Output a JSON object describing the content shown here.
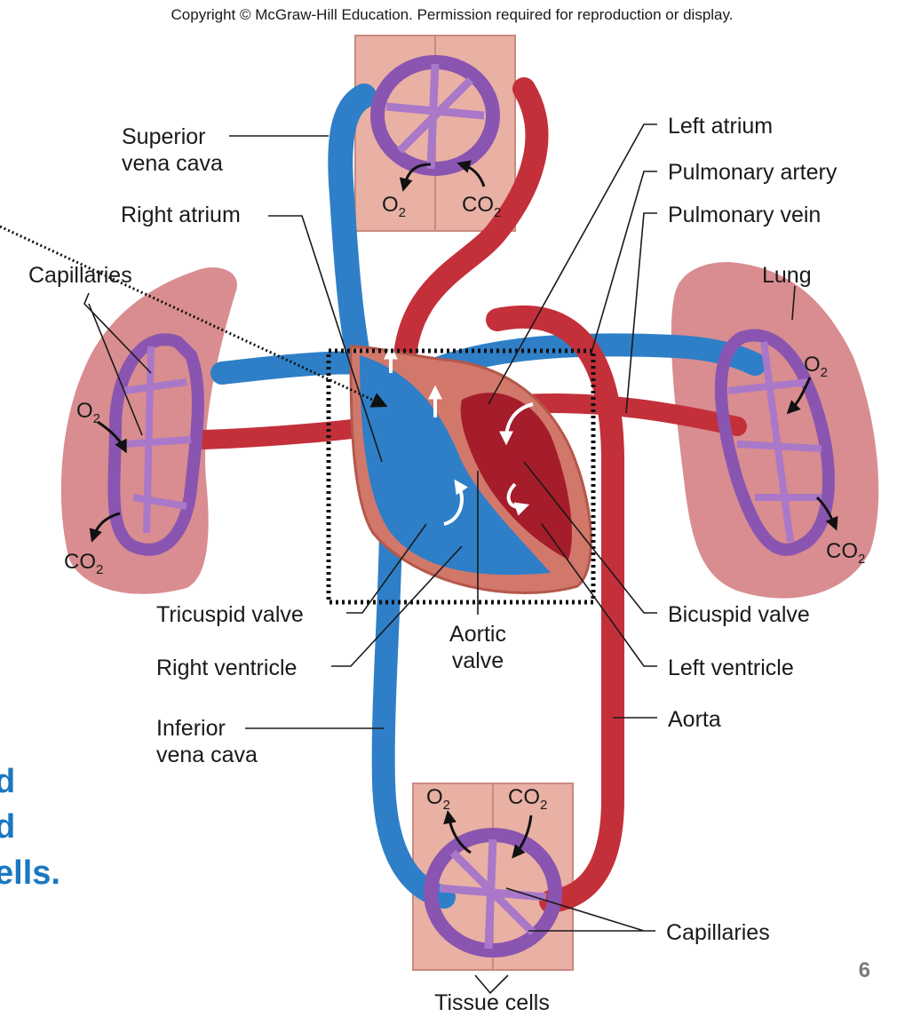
{
  "copyright": "Copyright © McGraw-Hill Education. Permission required for reproduction or display.",
  "slide_text": [
    "d",
    "d",
    "ells."
  ],
  "page_number": "6",
  "labels": {
    "superior_vena_cava": [
      "Superior",
      "vena cava"
    ],
    "right_atrium": "Right atrium",
    "capillaries_lung": "Capillaries",
    "left_atrium": "Left atrium",
    "pulmonary_artery": "Pulmonary artery",
    "pulmonary_vein": "Pulmonary vein",
    "lung": "Lung",
    "tricuspid_valve": "Tricuspid valve",
    "aortic_valve": [
      "Aortic",
      "valve"
    ],
    "right_ventricle": "Right ventricle",
    "bicuspid_valve": "Bicuspid valve",
    "left_ventricle": "Left ventricle",
    "inferior_vena_cava": [
      "Inferior",
      "vena cava"
    ],
    "aorta": "Aorta",
    "capillaries_tissue": "Capillaries",
    "tissue_cells": "Tissue cells"
  },
  "gases": {
    "o2_base": "O",
    "co2_base": "CO",
    "sub": "2"
  },
  "colors": {
    "deoxygenated": "#2e7fc8",
    "oxygenated": "#c4303a",
    "capillary": "#8a55b0",
    "tissue": "#e9b0a4",
    "lung": "#d98d90",
    "slide_text": "#1a78c2"
  }
}
